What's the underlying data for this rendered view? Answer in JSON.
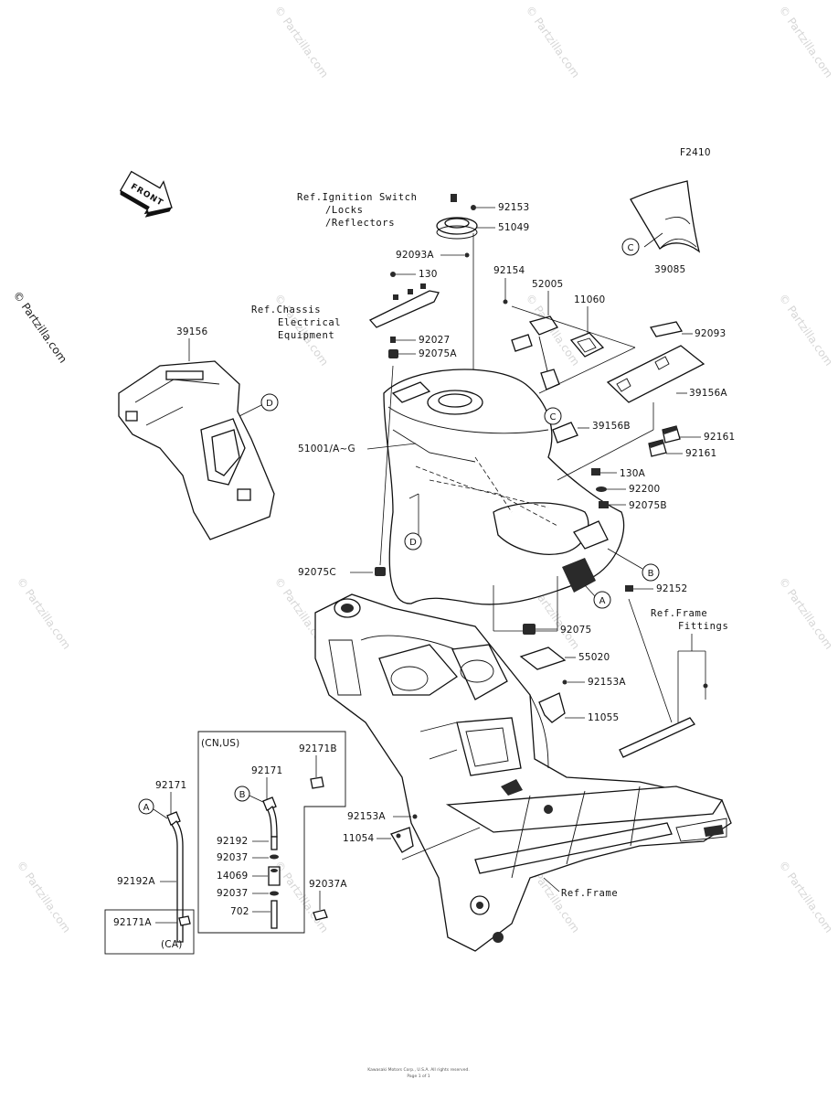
{
  "figure_code": "F2410",
  "direction_label": "FRONT",
  "watermarks": [
    "© Partzilla.com"
  ],
  "reference_labels": {
    "ignition": [
      "Ref.Ignition Switch",
      "/Locks",
      "/Reflectors"
    ],
    "chassis_electrical": [
      "Ref.Chassis",
      "Electrical",
      "Equipment"
    ],
    "frame_fittings": [
      "Ref.Frame",
      "Fittings"
    ],
    "frame": "Ref.Frame"
  },
  "part_labels": {
    "p39085": "39085",
    "p92153": "92153",
    "p51049": "51049",
    "p92093A": "92093A",
    "p130": "130",
    "p92154": "92154",
    "p52005": "52005",
    "p11060": "11060",
    "p92093": "92093",
    "p92027": "92027",
    "p92075A": "92075A",
    "p39156": "39156",
    "p39156A": "39156A",
    "p39156B": "39156B",
    "p92161a": "92161",
    "p92161b": "92161",
    "p51001": "51001/A~G",
    "p130A": "130A",
    "p92200": "92200",
    "p92075B": "92075B",
    "p92075C": "92075C",
    "p92152": "92152",
    "p92075": "92075",
    "p55020": "55020",
    "p92153A": "92153A",
    "p11055": "11055",
    "p92171B": "92171B",
    "p92171": "92171",
    "p92171_left": "92171",
    "p92192": "92192",
    "p92037": "92037",
    "p14069": "14069",
    "p92037b": "92037",
    "p702": "702",
    "p92037A": "92037A",
    "p92192A": "92192A",
    "p92153A_b": "92153A",
    "p11054": "11054",
    "p92171A": "92171A"
  },
  "variant_labels": {
    "cn_us": "(CN,US)",
    "ca": "(CA)"
  },
  "callouts": [
    "A",
    "B",
    "C",
    "D"
  ],
  "footer": [
    "Kawasaki Motors Corp., U.S.A. All rights reserved.",
    "Page 1 of 1"
  ]
}
